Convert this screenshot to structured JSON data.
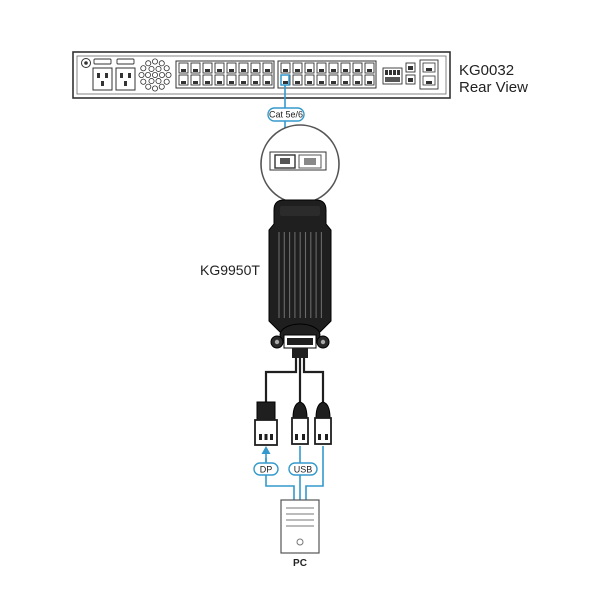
{
  "switch": {
    "model": "KG0032",
    "view": "Rear View"
  },
  "adapter": {
    "model": "KG9950T"
  },
  "cables": {
    "network_label": "Cat 5e/6",
    "display_label": "DP",
    "usb_label": "USB"
  },
  "computer": {
    "label": "PC"
  },
  "colors": {
    "cable_blue": "#3399cc",
    "device_dark": "#1f1f1f",
    "outline": "#333333"
  }
}
